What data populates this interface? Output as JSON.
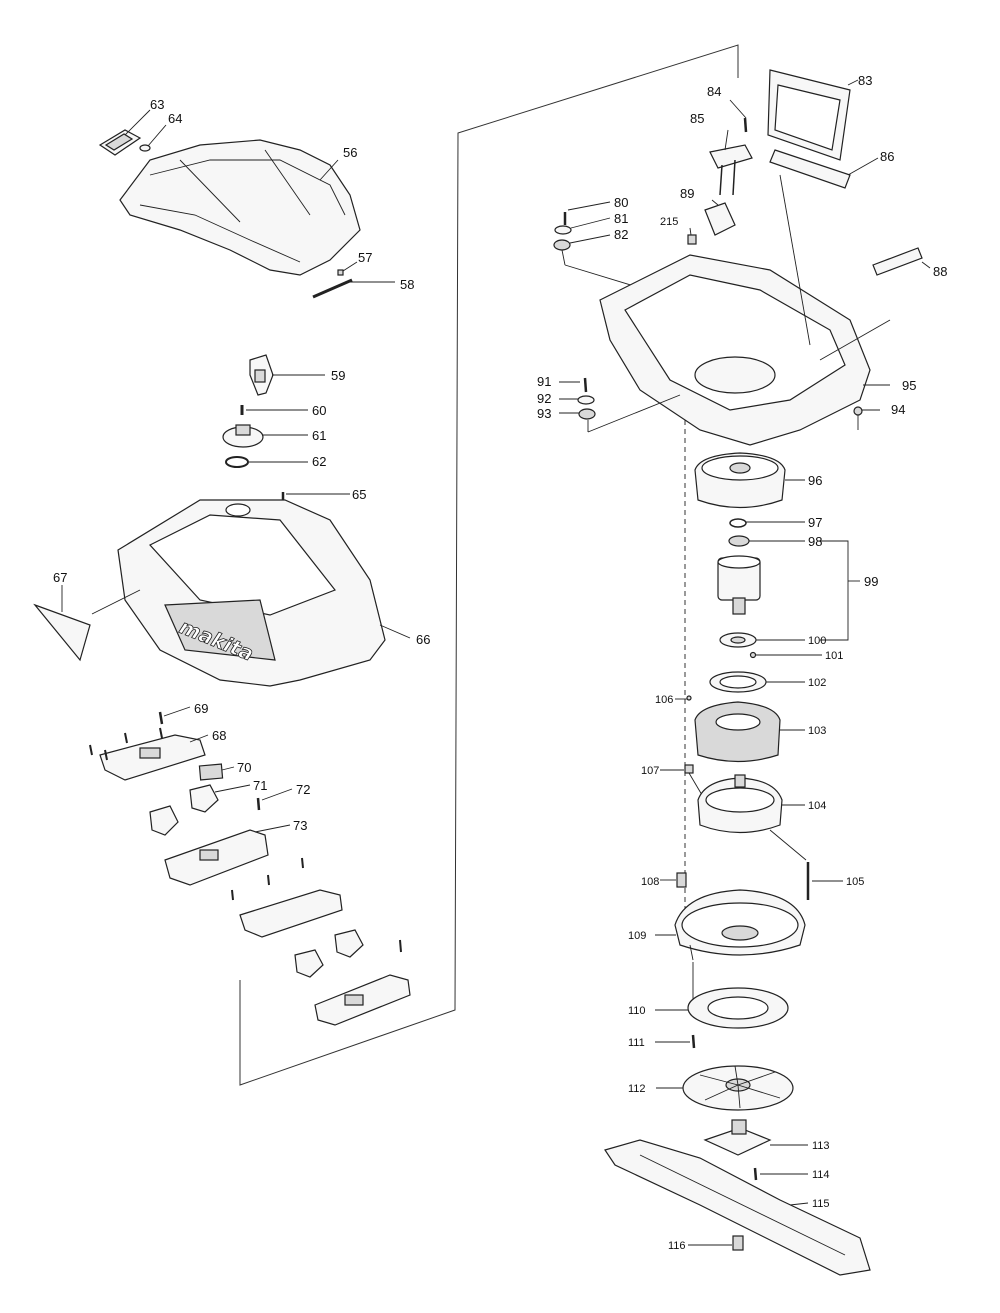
{
  "logo_text": "makita",
  "labels": {
    "l56": "56",
    "l57": "57",
    "l58": "58",
    "l59": "59",
    "l60": "60",
    "l61": "61",
    "l62": "62",
    "l63": "63",
    "l64": "64",
    "l65": "65",
    "l66": "66",
    "l67": "67",
    "l68": "68",
    "l69": "69",
    "l70": "70",
    "l71": "71",
    "l72": "72",
    "l73": "73",
    "l80": "80",
    "l81": "81",
    "l82": "82",
    "l83": "83",
    "l84": "84",
    "l85": "85",
    "l86": "86",
    "l88": "88",
    "l89": "89",
    "l91": "91",
    "l92": "92",
    "l93": "93",
    "l94": "94",
    "l95": "95",
    "l96": "96",
    "l97": "97",
    "l98": "98",
    "l99": "99",
    "l100": "100",
    "l101": "101",
    "l102": "102",
    "l103": "103",
    "l104": "104",
    "l105": "105",
    "l106": "106",
    "l107": "107",
    "l108": "108",
    "l109": "109",
    "l110": "110",
    "l111": "111",
    "l112": "112",
    "l113": "113",
    "l114": "114",
    "l115": "115",
    "l116": "116",
    "l215": "215"
  }
}
